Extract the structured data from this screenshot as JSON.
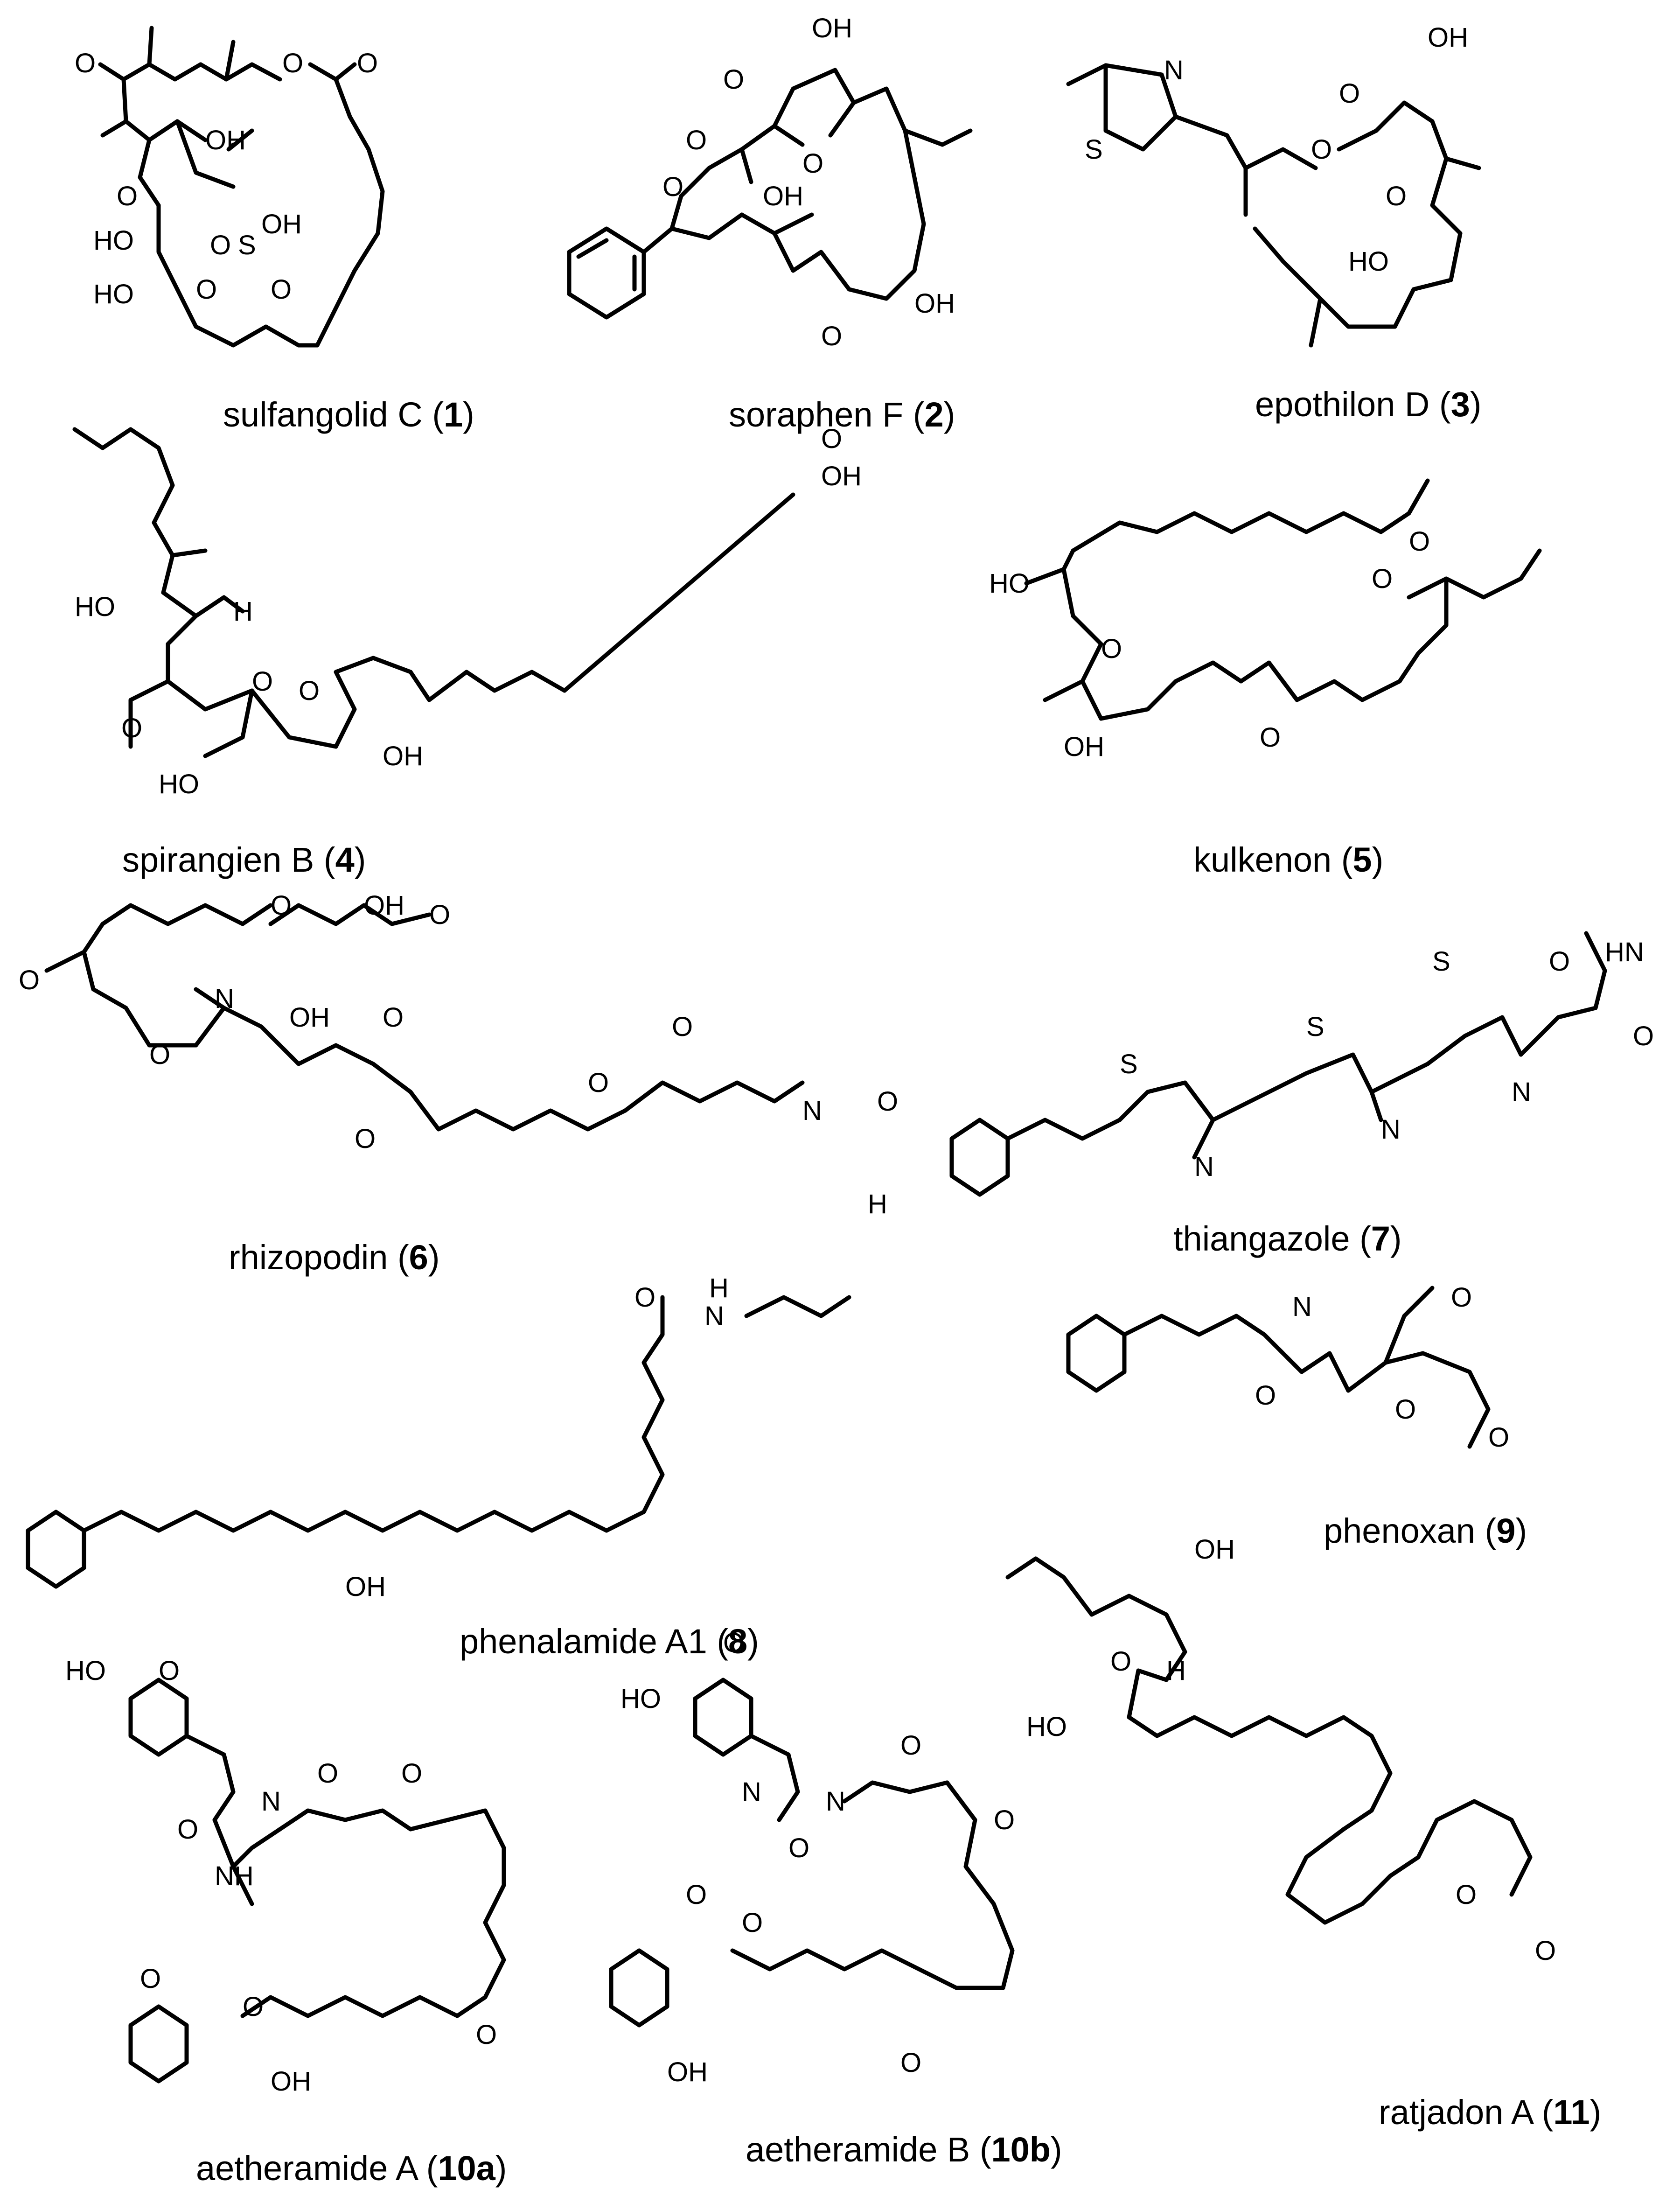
{
  "compounds": [
    {
      "name": "sulfangolid C",
      "number": "1"
    },
    {
      "name": "soraphen F",
      "number": "2"
    },
    {
      "name": "epothilon D",
      "number": "3"
    },
    {
      "name": "spirangien B",
      "number": "4"
    },
    {
      "name": "kulkenon",
      "number": "5"
    },
    {
      "name": "rhizopodin",
      "number": "6"
    },
    {
      "name": "thiangazole",
      "number": "7"
    },
    {
      "name": "phenalamide A1",
      "number": "8"
    },
    {
      "name": "phenoxan",
      "number": "9"
    },
    {
      "name": "aetheramide A",
      "number": "10a"
    },
    {
      "name": "aetheramide B",
      "number": "10b"
    },
    {
      "name": "ratjadon A",
      "number": "11"
    }
  ],
  "atom_labels": {
    "O": "O",
    "OH": "OH",
    "HO": "HO",
    "N": "N",
    "S": "S",
    "H": "H",
    "NH": "NH",
    "HN": "HN",
    "SO3": "S"
  }
}
